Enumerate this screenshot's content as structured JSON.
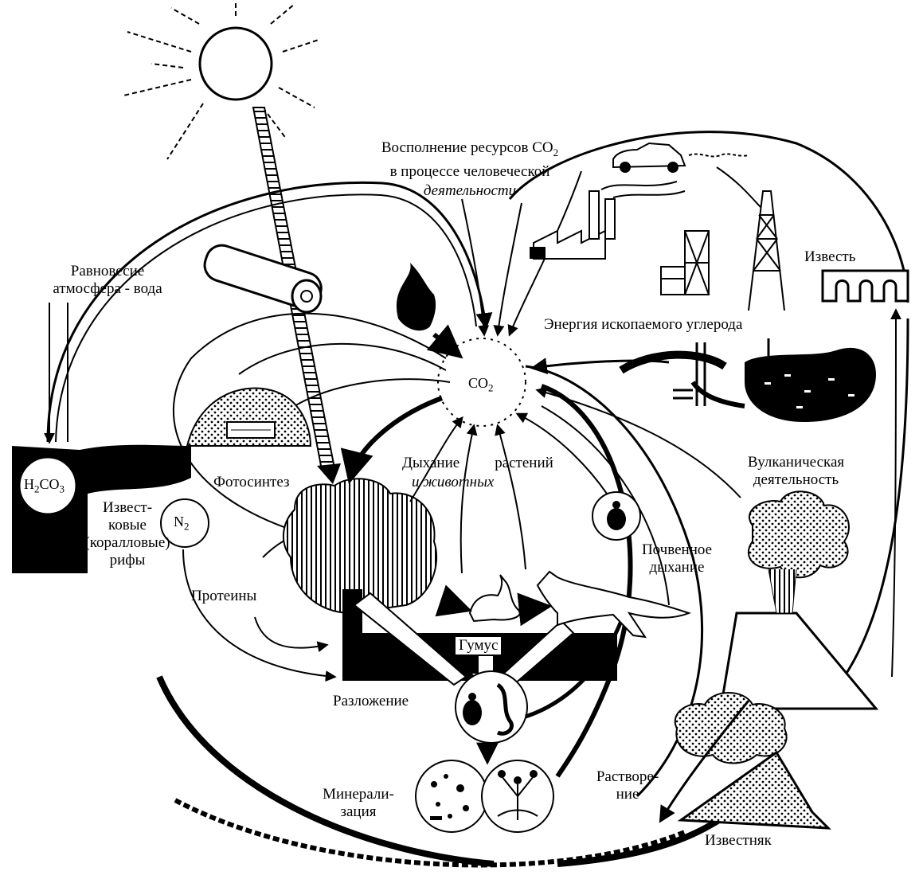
{
  "labels": {
    "co2_center_main": "CO",
    "co2_center_sub": "2",
    "replenishment_line1": "Восполнение ресурсов CO",
    "replenishment_line1_sub": "2",
    "replenishment_line2": "в процессе  человеческой",
    "replenishment_line3": "деятельности",
    "balance_line1": "Равновесие",
    "balance_line2": "атмосфера - вода",
    "h2co3_main": "H",
    "h2co3_sub1": "2",
    "h2co3_mid": "CO",
    "h2co3_sub2": "3",
    "reefs_line1": "Извест-",
    "reefs_line2": "ковые",
    "reefs_line3": "(коралловые)",
    "reefs_line4": "рифы",
    "n2_main": "N",
    "n2_sub": "2",
    "photosynthesis": "Фотосинтез",
    "proteins": "Протеины",
    "respiration_line1_a": "Дыхание",
    "respiration_line1_b": "растений",
    "respiration_line2": "и животных",
    "humus": "Гумус",
    "decomposition": "Разложение",
    "mineralization_line1": "Минерали-",
    "mineralization_line2": "зация",
    "soil_respiration_line1": "Почвенное",
    "soil_respiration_line2": "дыхание",
    "fossil_energy": "Энергия ископаемого углерода",
    "lime": "Известь",
    "volcanic_line1": "Вулканическая",
    "volcanic_line2": "деятельность",
    "dissolution_line1": "Растворе-",
    "dissolution_line2": "ние",
    "limestone": "Известняк"
  },
  "icons": [
    "sun-icon",
    "log-icon",
    "fire-icon",
    "car-icon",
    "factory-icon",
    "mine-tower-icon",
    "oil-derrick-icon",
    "oil-reservoir-icon",
    "lime-kiln-icon",
    "tree-icon",
    "hare-icon",
    "fox-icon",
    "beetle-icon",
    "worm-icon",
    "microbe-icon",
    "mushroom-icon",
    "volcano-icon",
    "cloud-icon",
    "limestone-icon",
    "coal-heap-icon"
  ],
  "colors": {
    "ink": "#000000",
    "paper": "#ffffff"
  }
}
